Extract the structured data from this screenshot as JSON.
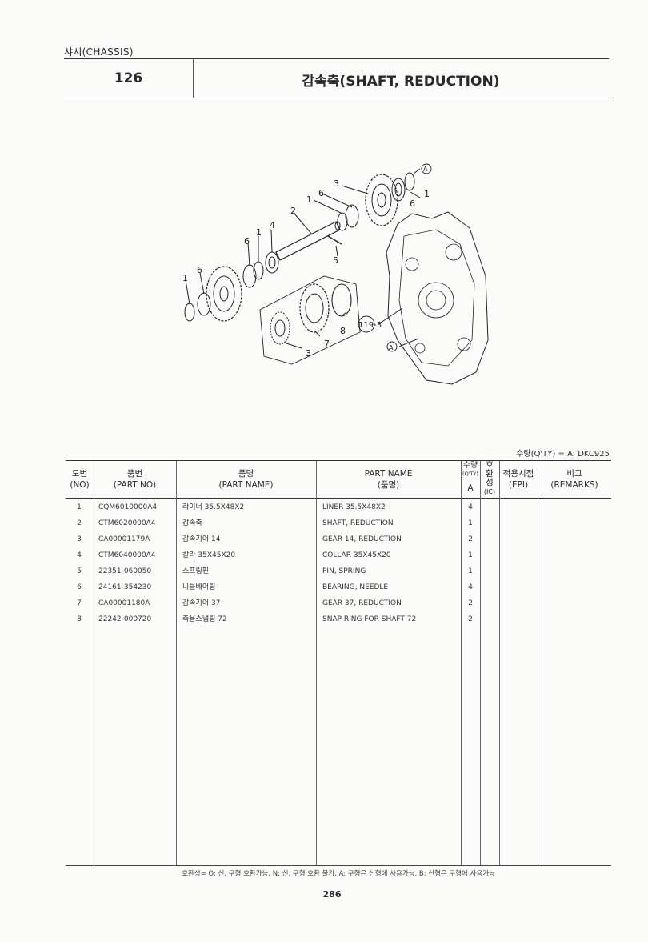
{
  "section_label": "샤시(CHASSIS)",
  "page_group": "126",
  "title": "감속축(SHAFT, REDUCTION)",
  "diagram_labels": {
    "l1": "1",
    "l2": "2",
    "l3": "3",
    "l4": "4",
    "l5": "5",
    "l6": "6",
    "l7": "7",
    "l8": "8",
    "ref": "119-3",
    "a": "A"
  },
  "qty_note": "수량(Q'TY) = A: DKC925",
  "table": {
    "headers": {
      "no_kr": "도번",
      "no_en": "(NO)",
      "partno_kr": "품번",
      "partno_en": "(PART NO)",
      "pname_kr": "품명",
      "pname_en": "(PART NAME)",
      "name_en": "PART NAME",
      "name_kr": "(품명)",
      "qty_kr": "수량",
      "qty_en": "(Q'TY)",
      "qty_a": "A",
      "ic_1": "호",
      "ic_2": "환",
      "ic_3": "성",
      "ic_en": "(IC)",
      "epi_kr": "적용시점",
      "epi_en": "(EPI)",
      "remarks_kr": "비고",
      "remarks_en": "(REMARKS)"
    },
    "rows": [
      {
        "no": "1",
        "part_no": "CQM6010000A4",
        "name_kr": "라이너 35.5X48X2",
        "name_en": "LINER 35.5X48X2",
        "qty": "4"
      },
      {
        "no": "2",
        "part_no": "CTM6020000A4",
        "name_kr": "감속축",
        "name_en": "SHAFT, REDUCTION",
        "qty": "1"
      },
      {
        "no": "3",
        "part_no": "CA00001179A",
        "name_kr": "감속기어 14",
        "name_en": "GEAR 14, REDUCTION",
        "qty": "2"
      },
      {
        "no": "4",
        "part_no": "CTM6040000A4",
        "name_kr": "칼라 35X45X20",
        "name_en": "COLLAR 35X45X20",
        "qty": "1"
      },
      {
        "no": "5",
        "part_no": "22351-060050",
        "name_kr": "스프링핀",
        "name_en": "PIN, SPRING",
        "qty": "1"
      },
      {
        "no": "6",
        "part_no": "24161-354230",
        "name_kr": "니들베어링",
        "name_en": "BEARING, NEEDLE",
        "qty": "4"
      },
      {
        "no": "7",
        "part_no": "CA00001180A",
        "name_kr": "감속기어 37",
        "name_en": "GEAR 37, REDUCTION",
        "qty": "2"
      },
      {
        "no": "8",
        "part_no": "22242-000720",
        "name_kr": "축용스냅링 72",
        "name_en": "SNAP RING FOR SHAFT 72",
        "qty": "2"
      }
    ]
  },
  "footer_legend": "호환성= O: 신, 구형 호환가능, N: 신, 구형 호환 불가, A: 구형은 신형에 사용가능, B: 신형은 구형에 사용가능",
  "page_number": "286",
  "colors": {
    "ink": "#2a2a2a",
    "paper": "#fbfbfa",
    "rule": "#555555"
  }
}
